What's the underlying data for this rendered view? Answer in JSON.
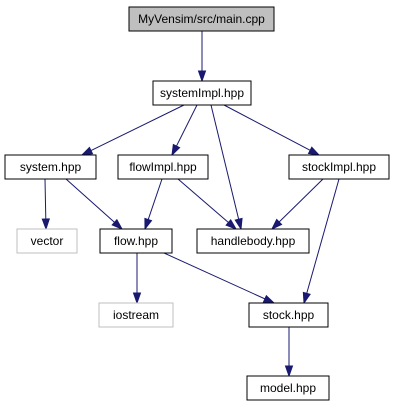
{
  "graph": {
    "colors": {
      "edge": "#191970",
      "root_fill": "#bfbfbf",
      "node_border": "#000000",
      "external_border": "#bfbfbf"
    },
    "nodes": [
      {
        "id": "main",
        "label": "MyVensim/src/main.cpp",
        "kind": "root"
      },
      {
        "id": "systemImpl",
        "label": "systemImpl.hpp",
        "kind": "normal"
      },
      {
        "id": "system",
        "label": "system.hpp",
        "kind": "normal"
      },
      {
        "id": "flowImpl",
        "label": "flowImpl.hpp",
        "kind": "normal"
      },
      {
        "id": "stockImpl",
        "label": "stockImpl.hpp",
        "kind": "normal"
      },
      {
        "id": "vector",
        "label": "vector",
        "kind": "external"
      },
      {
        "id": "flow",
        "label": "flow.hpp",
        "kind": "normal"
      },
      {
        "id": "handlebody",
        "label": "handlebody.hpp",
        "kind": "normal"
      },
      {
        "id": "iostream",
        "label": "iostream",
        "kind": "external"
      },
      {
        "id": "stock",
        "label": "stock.hpp",
        "kind": "normal"
      },
      {
        "id": "model",
        "label": "model.hpp",
        "kind": "normal"
      }
    ],
    "edges": [
      {
        "from": "main",
        "to": "systemImpl"
      },
      {
        "from": "systemImpl",
        "to": "system"
      },
      {
        "from": "systemImpl",
        "to": "flowImpl"
      },
      {
        "from": "systemImpl",
        "to": "handlebody"
      },
      {
        "from": "systemImpl",
        "to": "stockImpl"
      },
      {
        "from": "system",
        "to": "vector"
      },
      {
        "from": "system",
        "to": "flow"
      },
      {
        "from": "flowImpl",
        "to": "flow"
      },
      {
        "from": "flowImpl",
        "to": "handlebody"
      },
      {
        "from": "stockImpl",
        "to": "handlebody"
      },
      {
        "from": "stockImpl",
        "to": "stock"
      },
      {
        "from": "flow",
        "to": "iostream"
      },
      {
        "from": "flow",
        "to": "stock"
      },
      {
        "from": "stock",
        "to": "model"
      }
    ]
  }
}
